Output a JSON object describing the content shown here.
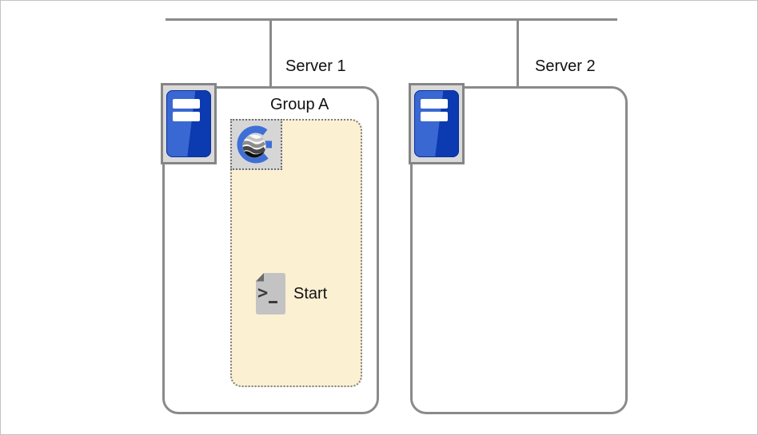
{
  "diagram": {
    "servers": [
      {
        "label": "Server 1"
      },
      {
        "label": "Server 2"
      }
    ],
    "group": {
      "label": "Group A"
    },
    "task": {
      "label": "Start"
    }
  },
  "icons": {
    "server": "server-tower-icon",
    "group_logo": "g-globe-logo-icon",
    "task": "script-terminal-icon"
  },
  "colors": {
    "line_gray": "#8a8a8a",
    "box_border_gray": "#8a8a8a",
    "group_fill": "#fbf0d2",
    "icon_frame_fill": "#dadada",
    "server_blue_light": "#3a68d2",
    "server_blue_dark": "#0c3ab0",
    "logo_blue": "#3e6fd6",
    "script_page_gray": "#c3c3c3"
  }
}
